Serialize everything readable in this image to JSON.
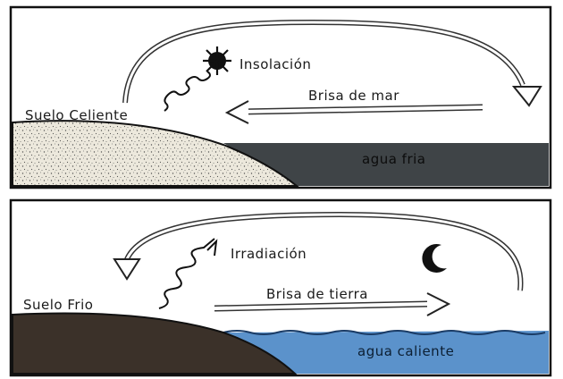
{
  "panels": [
    {
      "id": "day",
      "labels": {
        "insolation": "Insolación",
        "breeze": "Brisa de mar",
        "land": "Suelo Celiente",
        "water": "agua fria"
      },
      "colors": {
        "land": "#ece8dc",
        "water": "#3f4447"
      }
    },
    {
      "id": "night",
      "labels": {
        "radiation": "Irradiación",
        "breeze": "Brisa de tierra",
        "land": "Suelo Frio",
        "water": "agua caliente"
      },
      "colors": {
        "land": "#3b3129",
        "water": "#5b92cb"
      }
    }
  ],
  "icons": [
    "sun-icon",
    "moon-icon",
    "heat-wave-icon",
    "radiation-squiggle-icon"
  ]
}
